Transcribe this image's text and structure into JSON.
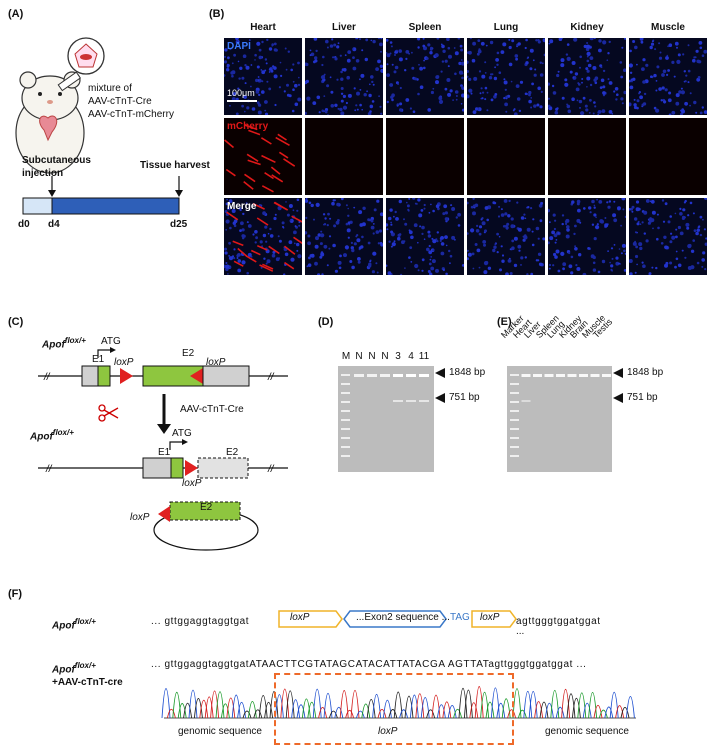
{
  "panelA": {
    "label": "(A)",
    "mixture": [
      "mixture of",
      "AAV-cTnT-Cre",
      "AAV-cTnT-mCherry"
    ],
    "injection": [
      "Subcutaneous",
      "injection"
    ],
    "harvest": "Tissue harvest",
    "days": [
      "d0",
      "d4",
      "d25"
    ]
  },
  "panelB": {
    "label": "(B)",
    "columns": [
      "Heart",
      "Liver",
      "Spleen",
      "Lung",
      "Kidney",
      "Muscle"
    ],
    "rows": [
      "DAPI",
      "mCherry",
      "Merge"
    ],
    "scale": "100μm",
    "colors": {
      "dapi": "#1f2fb8",
      "mcherry": "#e01818",
      "merge_label": "#ffffff"
    }
  },
  "panelC": {
    "label": "(C)",
    "allele": "Apof",
    "sup": "flox/+",
    "atg": "ATG",
    "e1": "E1",
    "e2": "E2",
    "loxp": "loxP",
    "cre": "AAV-cTnT-Cre"
  },
  "panelD": {
    "label": "(D)",
    "lanes": [
      "M",
      "N",
      "N",
      "N",
      "3",
      "4",
      "11"
    ],
    "band1": "1848 bp",
    "band2": "751 bp"
  },
  "panelE": {
    "label": "(E)",
    "lanes": [
      "Marker",
      "Heart",
      "Liver",
      "Spleen",
      "Lung",
      "Kidney",
      "Brain",
      "Muscle",
      "Testis"
    ],
    "band1": "1848 bp",
    "band2": "751 bp"
  },
  "panelF": {
    "label": "(F)",
    "allele": "Apof",
    "sup": "flox/+",
    "plus": "+AAV-cTnT-cre",
    "seq1_left": "... gttggaggtaggtgat",
    "seq1_loxp": "loxP",
    "seq1_exon": "...Exon2 sequence ...",
    "seq1_tag": "TAG",
    "seq1_right": "agttgggtggatggat",
    "seq1_dots": "...",
    "seq2_left": "... gttggaggtaggtgat",
    "seq2_mid": "ATAACTTCGTATAGCATACATTATACGA AGTTAT",
    "seq2_right": "agttgggtggatggat ...",
    "genomic": "genomic sequence",
    "loxp_center": "loxP",
    "colors": {
      "loxp_box": "#f0b429",
      "exon_box": "#3a78c8",
      "dash_box": "#ee6a2a"
    }
  }
}
